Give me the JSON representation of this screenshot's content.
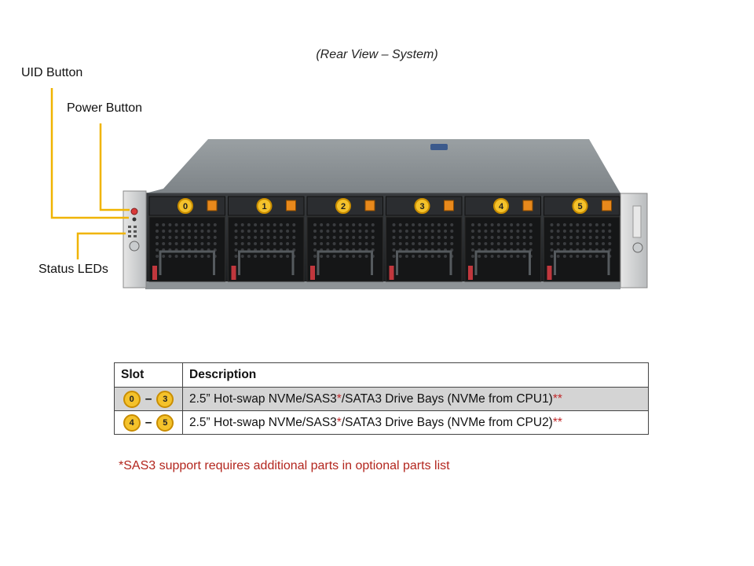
{
  "caption": "(Rear View – System)",
  "callouts": {
    "uid": "UID Button",
    "power": "Power Button",
    "status": "Status LEDs"
  },
  "bays": [
    "0",
    "1",
    "2",
    "3",
    "4",
    "5"
  ],
  "colors": {
    "callout_line": "#f0b400",
    "badge": "#f4c22b",
    "footnote": "#b3261e",
    "asterisk": "#c0282a"
  },
  "table": {
    "headers": {
      "slot": "Slot",
      "description": "Description"
    },
    "rows": [
      {
        "from": "0",
        "to": "3",
        "dash": "–",
        "text": "2.5” Hot-swap NVMe/SAS3",
        "star": "*",
        "text2": "/SATA3 Drive Bays (NVMe from CPU1)",
        "stars": "**"
      },
      {
        "from": "4",
        "to": "5",
        "dash": "–",
        "text": "2.5” Hot-swap NVMe/SAS3",
        "star": "*",
        "text2": "/SATA3 Drive Bays (NVMe from CPU2)",
        "stars": "**"
      }
    ]
  },
  "footnote": "*SAS3 support requires additional parts in optional parts list"
}
